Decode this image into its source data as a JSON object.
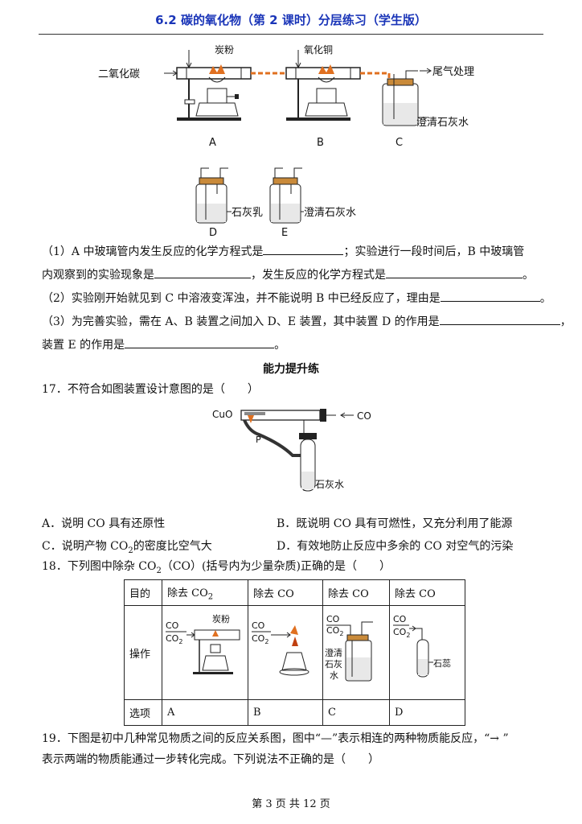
{
  "header": {
    "title": "6.2  碳的氧化物（第 2 课时）分层练习（学生版）"
  },
  "apparatus_top": {
    "co2_label": "二氧化碳",
    "carbon_label": "炭粉",
    "copper_oxide_label": "氧化铜",
    "exhaust_label": "尾气处理",
    "limewater_label": "澄清石灰水",
    "label_a": "A",
    "label_b": "B",
    "label_c": "C",
    "lime_milk_label": "石灰乳",
    "limewater_label_e": "澄清石灰水",
    "label_d": "D",
    "label_e": "E"
  },
  "q16": {
    "p1_line1_a": "（1）A 中玻璃管内发生反应的化学方程式是",
    "p1_line1_b": "；实验进行一段时间后，B 中玻璃管",
    "p1_line2_a": "内观察到的实验现象是",
    "p1_line2_b": "，发生反应的化学方程式是",
    "p1_line2_end": "。",
    "p2_a": "（2）实验刚开始就见到 C 中溶液变浑浊，并不能说明 B 中已经反应了，理由是",
    "p2_end": "。",
    "p3_line1": "（3）为完善实验，需在 A、B 装置之间加入 D、E 装置，其中装置 D 的作用是",
    "p3_line1_end": "，",
    "p3_line2_a": "装置 E 的作用是",
    "p3_line2_end": "。"
  },
  "section_title": "能力提升练",
  "q17": {
    "stem": "17．不符合如图装置设计意图的是（　　）",
    "cuo_label": "CuO",
    "co_label": "CO",
    "p_label": "P",
    "limewater_label": "石灰水",
    "option_a": "A．说明 CO 具有还原性",
    "option_b": "B．既说明 CO 具有可燃性，又充分利用了能源",
    "option_c_pre": "C．说明产物 CO",
    "option_c_sub": "2",
    "option_c_post": "的密度比空气大",
    "option_d": "D．有效地防止反应中多余的 CO 对空气的污染"
  },
  "q18": {
    "stem_pre": "18．下列图中除杂 CO",
    "stem_sub1": "2",
    "stem_mid": "（CO）(括号内为少量杂质)正确的是（　　）",
    "row_purpose": "目的",
    "purpose_a_pre": "除去 CO",
    "purpose_a_sub": "2",
    "purpose_b": "除去  CO",
    "purpose_c": "除去  CO",
    "purpose_d": "除去 CO",
    "row_operation": "操作",
    "row_option": "选项",
    "option_a": "A",
    "option_b": "B",
    "option_c": "C",
    "option_d": "D",
    "gas_co": "CO",
    "gas_co2_pre": "CO",
    "gas_co2_sub": "2",
    "carbon_powder": "炭粉",
    "limewater_c": [
      "澄清",
      "石灰",
      "水"
    ],
    "litmus": "石蕊"
  },
  "q19": {
    "line1": "19．下图是初中几种常见物质之间的反应关系图，图中“—”表示相连的两种物质能反应，“→ ”",
    "line2": "表示两端的物质能通过一步转化完成。下列说法不正确的是（　　）"
  },
  "footer": {
    "page": "第  3  页  共  12  页"
  },
  "colors": {
    "header_blue": "#1a35b8",
    "flame": "#e07020",
    "liquid": "#e8e8e8"
  }
}
